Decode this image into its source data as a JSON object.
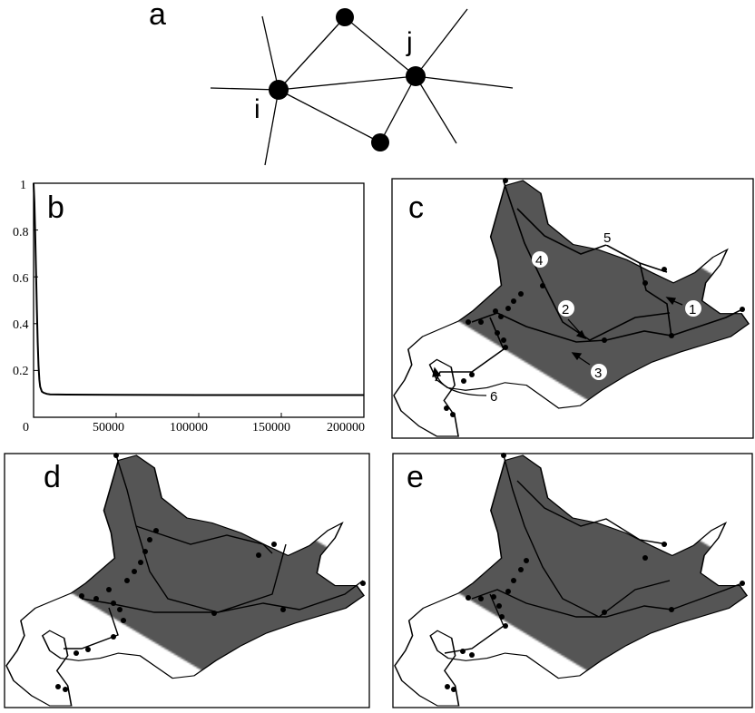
{
  "panels": {
    "a": {
      "letter": "a",
      "node_i": "i",
      "node_j": "j"
    },
    "b": {
      "letter": "b"
    },
    "c": {
      "letter": "c",
      "markers": [
        "1",
        "2",
        "3",
        "4",
        "5",
        "6"
      ]
    },
    "d": {
      "letter": "d"
    },
    "e": {
      "letter": "e"
    }
  },
  "chart_data": {
    "type": "line",
    "title": "",
    "xlabel": "",
    "ylabel": "",
    "xlim": [
      0,
      200000
    ],
    "ylim": [
      0,
      1
    ],
    "x_ticks": [
      "0",
      "50000",
      "100000",
      "150000",
      "200000"
    ],
    "y_ticks": [
      "0.2",
      "0.4",
      "0.6",
      "0.8",
      "1"
    ],
    "series": [
      {
        "x": [
          0,
          500,
          1000,
          1500,
          2000,
          2500,
          3000,
          3500,
          4000,
          5000,
          6000,
          8000,
          10000,
          20000,
          50000,
          100000,
          150000,
          200000
        ],
        "y": [
          1.0,
          0.92,
          0.78,
          0.62,
          0.46,
          0.32,
          0.22,
          0.16,
          0.13,
          0.11,
          0.105,
          0.1,
          0.098,
          0.097,
          0.096,
          0.095,
          0.095,
          0.095
        ]
      }
    ]
  },
  "colors": {
    "ink": "#000000",
    "background": "#ffffff",
    "mesh": "#555555"
  }
}
